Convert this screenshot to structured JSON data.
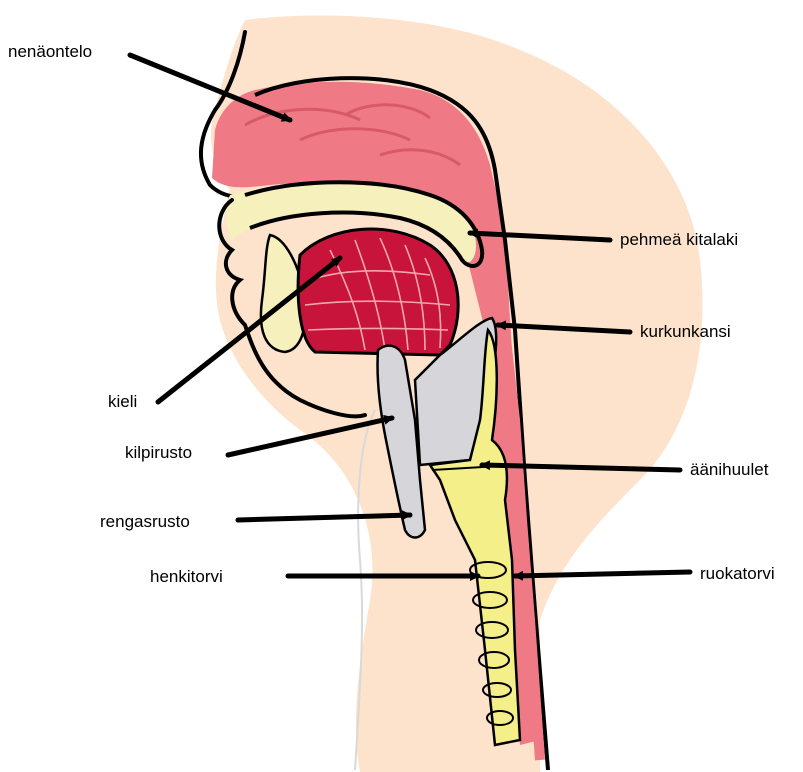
{
  "labels": {
    "nasal_cavity": "nenäontelo",
    "soft_palate": "pehmeä kitalaki",
    "epiglottis": "kurkunkansi",
    "tongue": "kieli",
    "thyroid_cartilage": "kilpirusto",
    "vocal_cords": "äänihuulet",
    "cricoid_cartilage": "rengasrusto",
    "trachea": "henkitorvi",
    "esophagus": "ruokatorvi"
  },
  "colors": {
    "background": "#ffffff",
    "skin": "#fde3cb",
    "airway_tissue": "#ef7a86",
    "tongue": "#c8133a",
    "tongue_fiber": "#f2a7a9",
    "palate_cream": "#f6f0bd",
    "trachea_yellow": "#f5ef8a",
    "cartilage_gray": "#d6d6da",
    "outline": "#000000",
    "arrow": "#000000"
  }
}
